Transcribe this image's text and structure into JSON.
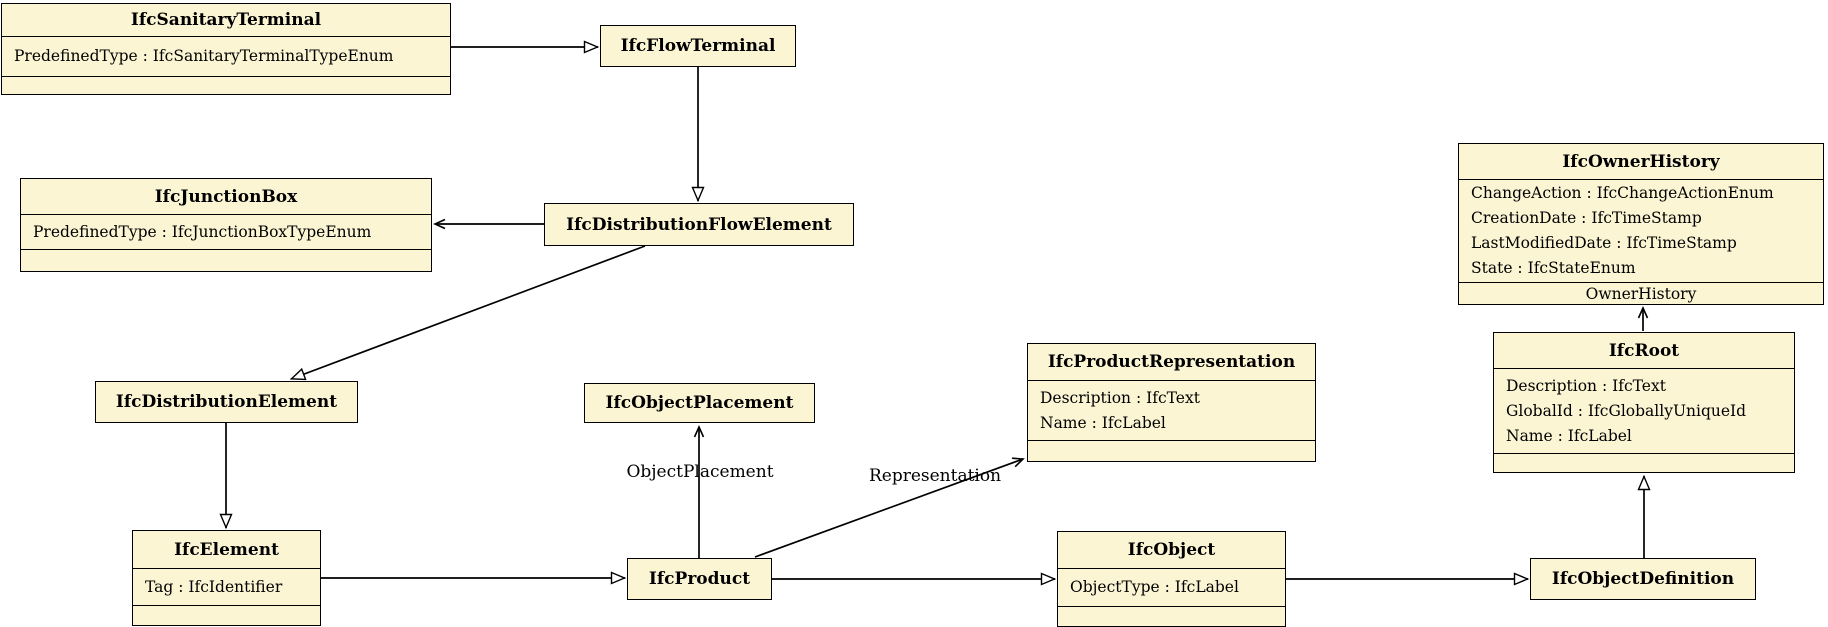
{
  "colors": {
    "background": "#FFFFFF",
    "box_fill": "#FBF5D4",
    "box_border": "#000000",
    "line": "#000000",
    "text": "#000000"
  },
  "classes": [
    {
      "name": "IfcSanitaryTerminal",
      "attributes": [
        "PredefinedType : IfcSanitaryTerminalTypeEnum"
      ]
    },
    {
      "name": "IfcFlowTerminal",
      "attributes": []
    },
    {
      "name": "IfcJunctionBox",
      "attributes": [
        "PredefinedType : IfcJunctionBoxTypeEnum"
      ]
    },
    {
      "name": "IfcDistributionFlowElement",
      "attributes": []
    },
    {
      "name": "IfcOwnerHistory",
      "attributes": [
        "ChangeAction : IfcChangeActionEnum",
        "CreationDate : IfcTimeStamp",
        "LastModifiedDate : IfcTimeStamp",
        "State : IfcStateEnum"
      ],
      "role_label": "OwnerHistory"
    },
    {
      "name": "IfcDistributionElement",
      "attributes": []
    },
    {
      "name": "IfcObjectPlacement",
      "attributes": []
    },
    {
      "name": "IfcProductRepresentation",
      "attributes": [
        "Description : IfcText",
        "Name : IfcLabel"
      ]
    },
    {
      "name": "IfcRoot",
      "attributes": [
        "Description : IfcText",
        "GlobalId : IfcGloballyUniqueId",
        "Name : IfcLabel"
      ]
    },
    {
      "name": "IfcElement",
      "attributes": [
        "Tag : IfcIdentifier"
      ]
    },
    {
      "name": "IfcProduct",
      "attributes": []
    },
    {
      "name": "IfcObject",
      "attributes": [
        "ObjectType : IfcLabel"
      ]
    },
    {
      "name": "IfcObjectDefinition",
      "attributes": []
    }
  ],
  "association_labels": {
    "object_placement": "ObjectPlacement",
    "representation": "Representation"
  }
}
